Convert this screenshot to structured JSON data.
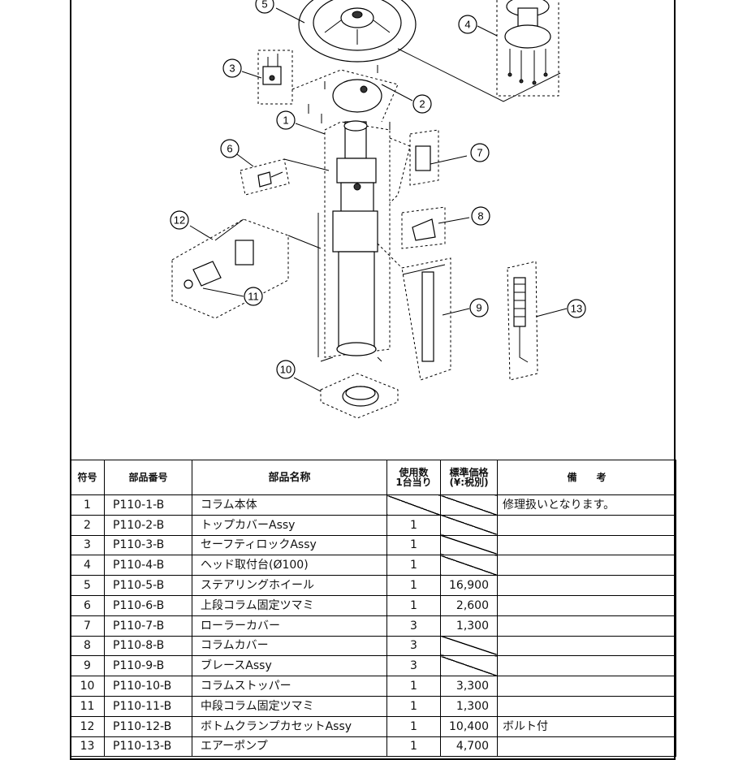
{
  "table": {
    "headers": {
      "no": "符号",
      "part_no": "部品番号",
      "name": "部品名称",
      "qty_line1": "使用数",
      "qty_line2": "1台当り",
      "price_line1": "標準価格",
      "price_line2": "(¥:税別)",
      "note": "備　　考"
    },
    "rows": [
      {
        "no": "1",
        "part_no": "P110-1-B",
        "name": "コラム本体",
        "qty": "",
        "price": "",
        "note": "修理扱いとなります。",
        "qty_na": true,
        "price_na": true
      },
      {
        "no": "2",
        "part_no": "P110-2-B",
        "name": "トップカバーAssy",
        "qty": "1",
        "price": "",
        "note": "",
        "price_na": true
      },
      {
        "no": "3",
        "part_no": "P110-3-B",
        "name": "セーフティロックAssy",
        "qty": "1",
        "price": "",
        "note": "",
        "price_na": true
      },
      {
        "no": "4",
        "part_no": "P110-4-B",
        "name": "ヘッド取付台(Ø100)",
        "qty": "1",
        "price": "",
        "note": "",
        "price_na": true
      },
      {
        "no": "5",
        "part_no": "P110-5-B",
        "name": "ステアリングホイール",
        "qty": "1",
        "price": "16,900",
        "note": ""
      },
      {
        "no": "6",
        "part_no": "P110-6-B",
        "name": "上段コラム固定ツマミ",
        "qty": "1",
        "price": "2,600",
        "note": ""
      },
      {
        "no": "7",
        "part_no": "P110-7-B",
        "name": "ローラーカバー",
        "qty": "3",
        "price": "1,300",
        "note": ""
      },
      {
        "no": "8",
        "part_no": "P110-8-B",
        "name": "コラムカバー",
        "qty": "3",
        "price": "",
        "note": "",
        "price_na": true
      },
      {
        "no": "9",
        "part_no": "P110-9-B",
        "name": "ブレースAssy",
        "qty": "3",
        "price": "",
        "note": "",
        "price_na": true
      },
      {
        "no": "10",
        "part_no": "P110-10-B",
        "name": "コラムストッパー",
        "qty": "1",
        "price": "3,300",
        "note": ""
      },
      {
        "no": "11",
        "part_no": "P110-11-B",
        "name": "中段コラム固定ツマミ",
        "qty": "1",
        "price": "1,300",
        "note": ""
      },
      {
        "no": "12",
        "part_no": "P110-12-B",
        "name": "ボトムクランプカセットAssy",
        "qty": "1",
        "price": "10,400",
        "note": "ボルト付"
      },
      {
        "no": "13",
        "part_no": "P110-13-B",
        "name": "エアーポンプ",
        "qty": "1",
        "price": "4,700",
        "note": ""
      }
    ]
  },
  "diagram": {
    "callouts": [
      "1",
      "2",
      "3",
      "4",
      "5",
      "6",
      "7",
      "8",
      "9",
      "10",
      "11",
      "12",
      "13"
    ]
  }
}
